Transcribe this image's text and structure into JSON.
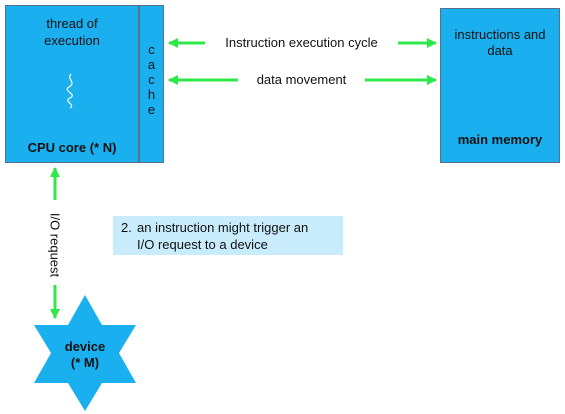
{
  "cpu_core": {
    "top_label_line1": "thread of",
    "top_label_line2": "execution",
    "bottom_label": "CPU core (* N)"
  },
  "cache": {
    "letters": [
      "c",
      "a",
      "c",
      "h",
      "e"
    ]
  },
  "main_memory": {
    "top_label_line1": "instructions and",
    "top_label_line2": "data",
    "bottom_label": "main memory"
  },
  "arrows": {
    "instruction_cycle_label": "Instruction execution cycle",
    "data_movement_label": "data movement",
    "io_request_label": "I/O request"
  },
  "note": {
    "number": "2.",
    "line1": "an instruction might trigger an",
    "line2": "I/O request to a device"
  },
  "device": {
    "line1": "device",
    "line2": "(* M)"
  },
  "colors": {
    "box_fill": "#1ab0f0",
    "arrow": "#2ee84a",
    "note_fill": "#c8ecfb"
  }
}
